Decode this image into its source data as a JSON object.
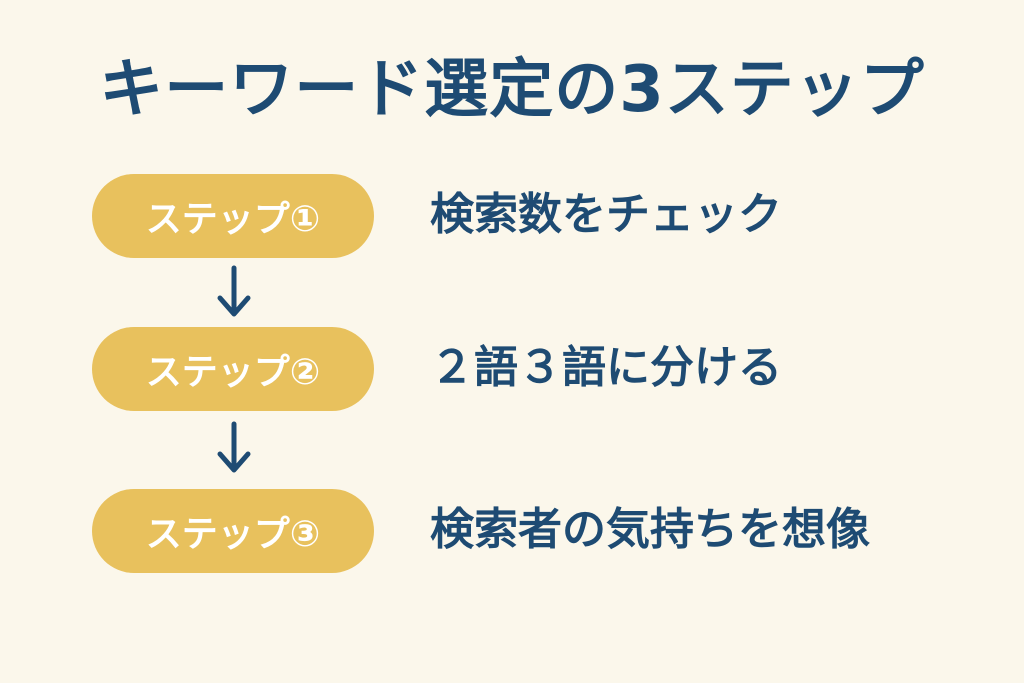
{
  "title": "キーワード選定の3ステップ",
  "steps": [
    {
      "label": "ステップ①",
      "description": "検索数をチェック"
    },
    {
      "label": "ステップ②",
      "description": "２語３語に分ける"
    },
    {
      "label": "ステップ③",
      "description": "検索者の気持ちを想像"
    }
  ],
  "colors": {
    "background": "#fbf7eb",
    "pill": "#e8c15d",
    "text": "#1e4b73",
    "pill_text": "#ffffff"
  },
  "icons": {
    "connector": "arrow-down-icon"
  }
}
